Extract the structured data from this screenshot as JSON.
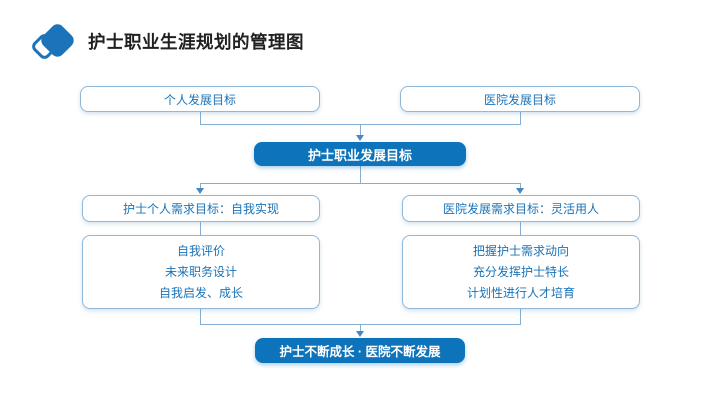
{
  "title": "护士职业生涯规划的管理图",
  "colors": {
    "primary_blue": "#0d73ba",
    "box_border_blue": "#90b8d8",
    "box_text_blue": "#1a73b8",
    "connector_blue": "#85aed3",
    "title_text": "#202020"
  },
  "header": {
    "icon": "diamond-logo-icon"
  },
  "diagram": {
    "top_left_box": "个人发展目标",
    "top_right_box": "医院发展目标",
    "center_box": "护士职业发展目标",
    "mid_left_box": "护士个人需求目标：自我实现",
    "mid_right_box": "医院发展需求目标：灵活用人",
    "left_list": [
      "自我评价",
      "未来职务设计",
      "自我启发、成长"
    ],
    "right_list": [
      "把握护士需求动向",
      "充分发挥护士特长",
      "计划性进行人才培育"
    ],
    "bottom_box": "护士不断成长 · 医院不断发展"
  }
}
